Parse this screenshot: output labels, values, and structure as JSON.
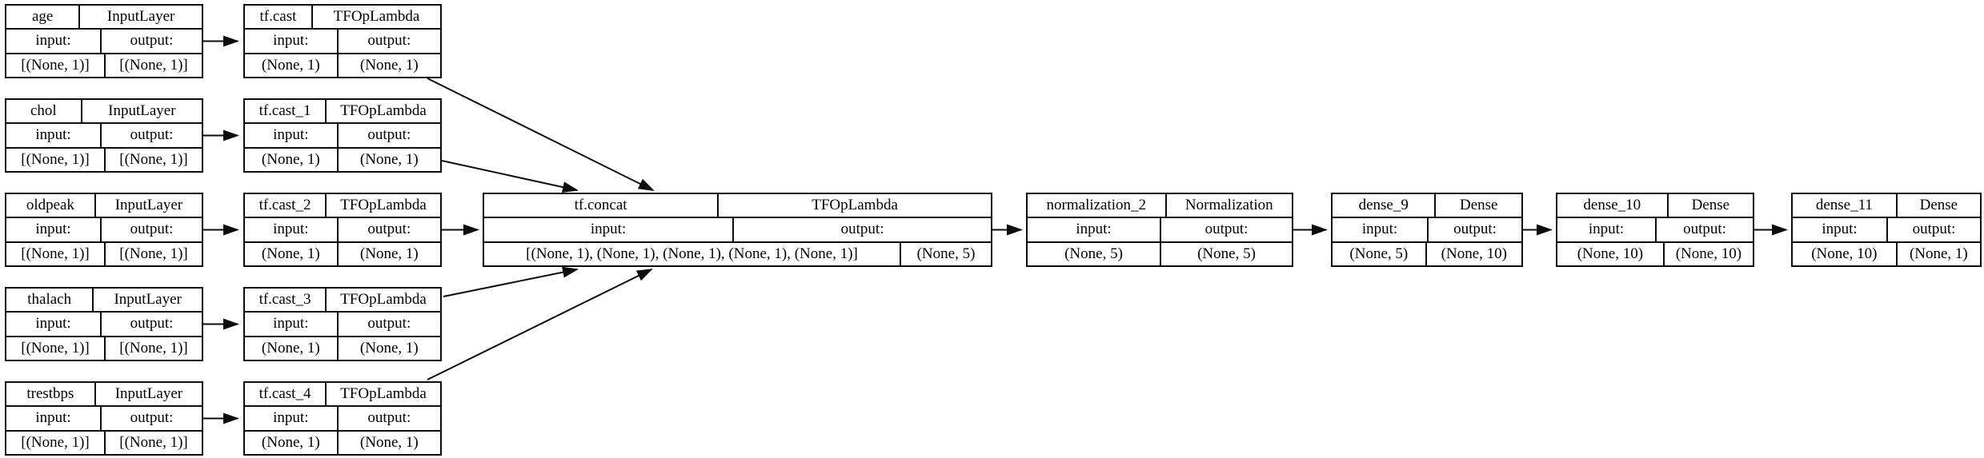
{
  "diagram": {
    "kind": "keras-model-architecture-plot",
    "colors": {
      "background": "#ffffff",
      "border": "#0d0d0d",
      "text": "#000000",
      "arrow": "#0d0d0d"
    },
    "labels": {
      "input": "input:",
      "output": "output:"
    },
    "nodes": [
      {
        "id": "age",
        "name": "age",
        "type": "InputLayer",
        "input_shape": "[(None, 1)]",
        "output_shape": "[(None, 1)]"
      },
      {
        "id": "chol",
        "name": "chol",
        "type": "InputLayer",
        "input_shape": "[(None, 1)]",
        "output_shape": "[(None, 1)]"
      },
      {
        "id": "oldpeak",
        "name": "oldpeak",
        "type": "InputLayer",
        "input_shape": "[(None, 1)]",
        "output_shape": "[(None, 1)]"
      },
      {
        "id": "thalach",
        "name": "thalach",
        "type": "InputLayer",
        "input_shape": "[(None, 1)]",
        "output_shape": "[(None, 1)]"
      },
      {
        "id": "trestbps",
        "name": "trestbps",
        "type": "InputLayer",
        "input_shape": "[(None, 1)]",
        "output_shape": "[(None, 1)]"
      },
      {
        "id": "tf.cast",
        "name": "tf.cast",
        "type": "TFOpLambda",
        "input_shape": "(None, 1)",
        "output_shape": "(None, 1)"
      },
      {
        "id": "tf.cast_1",
        "name": "tf.cast_1",
        "type": "TFOpLambda",
        "input_shape": "(None, 1)",
        "output_shape": "(None, 1)"
      },
      {
        "id": "tf.cast_2",
        "name": "tf.cast_2",
        "type": "TFOpLambda",
        "input_shape": "(None, 1)",
        "output_shape": "(None, 1)"
      },
      {
        "id": "tf.cast_3",
        "name": "tf.cast_3",
        "type": "TFOpLambda",
        "input_shape": "(None, 1)",
        "output_shape": "(None, 1)"
      },
      {
        "id": "tf.cast_4",
        "name": "tf.cast_4",
        "type": "TFOpLambda",
        "input_shape": "(None, 1)",
        "output_shape": "(None, 1)"
      },
      {
        "id": "tf.concat",
        "name": "tf.concat",
        "type": "TFOpLambda",
        "input_shape": "[(None, 1), (None, 1), (None, 1), (None, 1), (None, 1)]",
        "output_shape": "(None, 5)"
      },
      {
        "id": "normalization_2",
        "name": "normalization_2",
        "type": "Normalization",
        "input_shape": "(None, 5)",
        "output_shape": "(None, 5)"
      },
      {
        "id": "dense_9",
        "name": "dense_9",
        "type": "Dense",
        "input_shape": "(None, 5)",
        "output_shape": "(None, 10)"
      },
      {
        "id": "dense_10",
        "name": "dense_10",
        "type": "Dense",
        "input_shape": "(None, 10)",
        "output_shape": "(None, 10)"
      },
      {
        "id": "dense_11",
        "name": "dense_11",
        "type": "Dense",
        "input_shape": "(None, 10)",
        "output_shape": "(None, 1)"
      }
    ],
    "edges": [
      {
        "from": "age",
        "to": "tf.cast"
      },
      {
        "from": "chol",
        "to": "tf.cast_1"
      },
      {
        "from": "oldpeak",
        "to": "tf.cast_2"
      },
      {
        "from": "thalach",
        "to": "tf.cast_3"
      },
      {
        "from": "trestbps",
        "to": "tf.cast_4"
      },
      {
        "from": "tf.cast",
        "to": "tf.concat"
      },
      {
        "from": "tf.cast_1",
        "to": "tf.concat"
      },
      {
        "from": "tf.cast_2",
        "to": "tf.concat"
      },
      {
        "from": "tf.cast_3",
        "to": "tf.concat"
      },
      {
        "from": "tf.cast_4",
        "to": "tf.concat"
      },
      {
        "from": "tf.concat",
        "to": "normalization_2"
      },
      {
        "from": "normalization_2",
        "to": "dense_9"
      },
      {
        "from": "dense_9",
        "to": "dense_10"
      },
      {
        "from": "dense_10",
        "to": "dense_11"
      }
    ]
  }
}
